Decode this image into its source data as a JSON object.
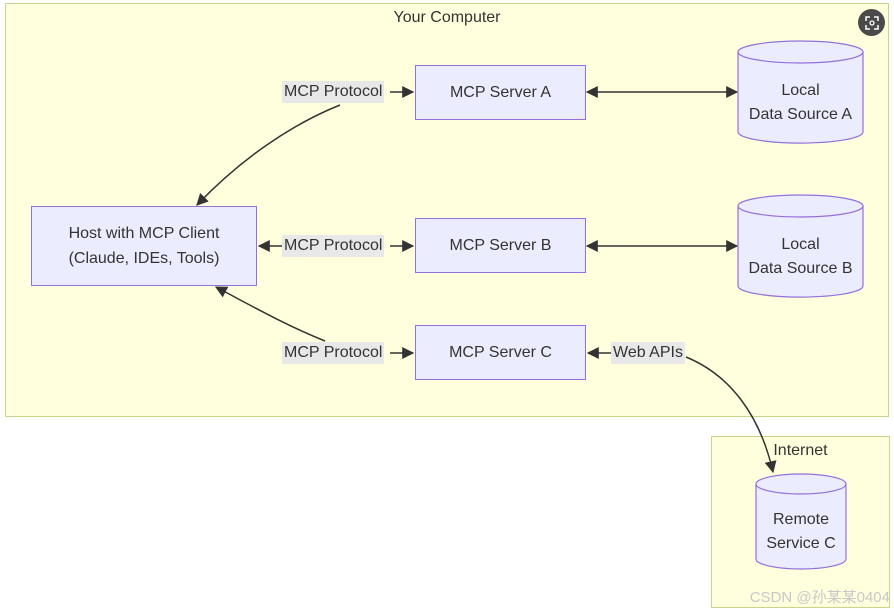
{
  "clusters": {
    "computer": {
      "title": "Your Computer"
    },
    "internet": {
      "title": "Internet"
    }
  },
  "nodes": {
    "host": {
      "line1": "Host with MCP Client",
      "line2": "(Claude, IDEs, Tools)"
    },
    "server_a": {
      "label": "MCP Server A"
    },
    "server_b": {
      "label": "MCP Server B"
    },
    "server_c": {
      "label": "MCP Server C"
    },
    "datasource_a": {
      "line1": "Local",
      "line2": "Data Source A"
    },
    "datasource_b": {
      "line1": "Local",
      "line2": "Data Source B"
    },
    "remote_c": {
      "line1": "Remote",
      "line2": "Service C"
    }
  },
  "edge_labels": {
    "protocol_a": "MCP Protocol",
    "protocol_b": "MCP Protocol",
    "protocol_c": "MCP Protocol",
    "web_apis": "Web APIs"
  },
  "controls": {
    "zoom_icon": "zoom-icon"
  },
  "watermark": "CSDN @孙某某0404",
  "colors": {
    "cluster_fill": "#ffffde",
    "cluster_border": "#c9d38a",
    "node_fill": "#ececff",
    "node_border": "#9370db",
    "edge": "#333333",
    "edge_label_bg": "#e8e8e8"
  }
}
